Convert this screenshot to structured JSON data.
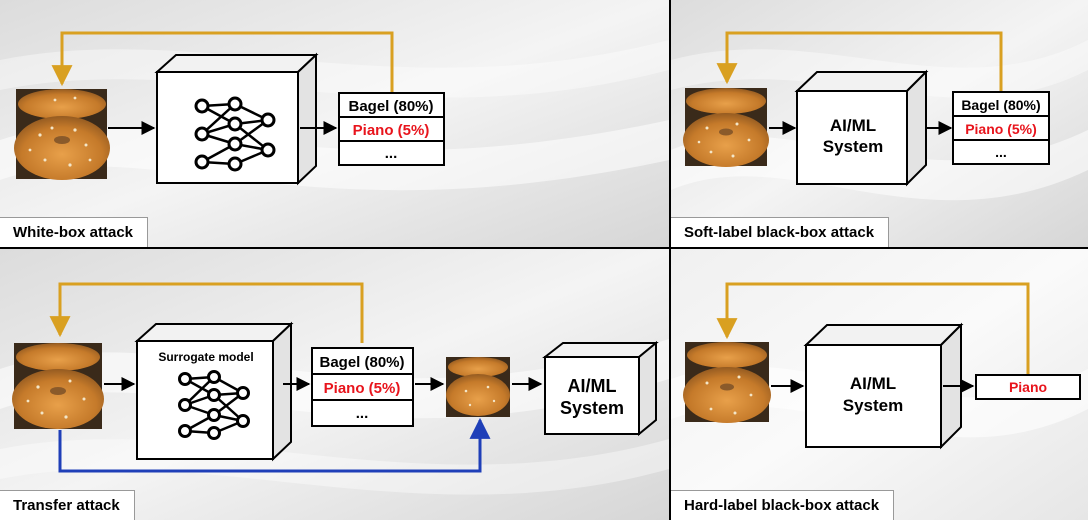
{
  "colors": {
    "feedback_arrow": "#d9a021",
    "transfer_arrow": "#1f3fb8",
    "adversarial_label": "#e8141c",
    "box_stroke": "#000000"
  },
  "icons": {
    "input": "bagel-image",
    "model": "neural-network-icon"
  },
  "panels": {
    "white_box": {
      "caption": "White-box attack",
      "outputs": [
        "Bagel (80%)",
        "Piano (5%)",
        "..."
      ]
    },
    "soft_label": {
      "caption": "Soft-label black-box attack",
      "system_label": [
        "AI/ML",
        "System"
      ],
      "outputs": [
        "Bagel (80%)",
        "Piano (5%)",
        "..."
      ]
    },
    "transfer": {
      "caption": "Transfer attack",
      "surrogate_label": "Surrogate model",
      "system_label": [
        "AI/ML",
        "System"
      ],
      "outputs": [
        "Bagel (80%)",
        "Piano (5%)",
        "..."
      ]
    },
    "hard_label": {
      "caption": "Hard-label black-box attack",
      "system_label": [
        "AI/ML",
        "System"
      ],
      "output": "Piano"
    }
  }
}
